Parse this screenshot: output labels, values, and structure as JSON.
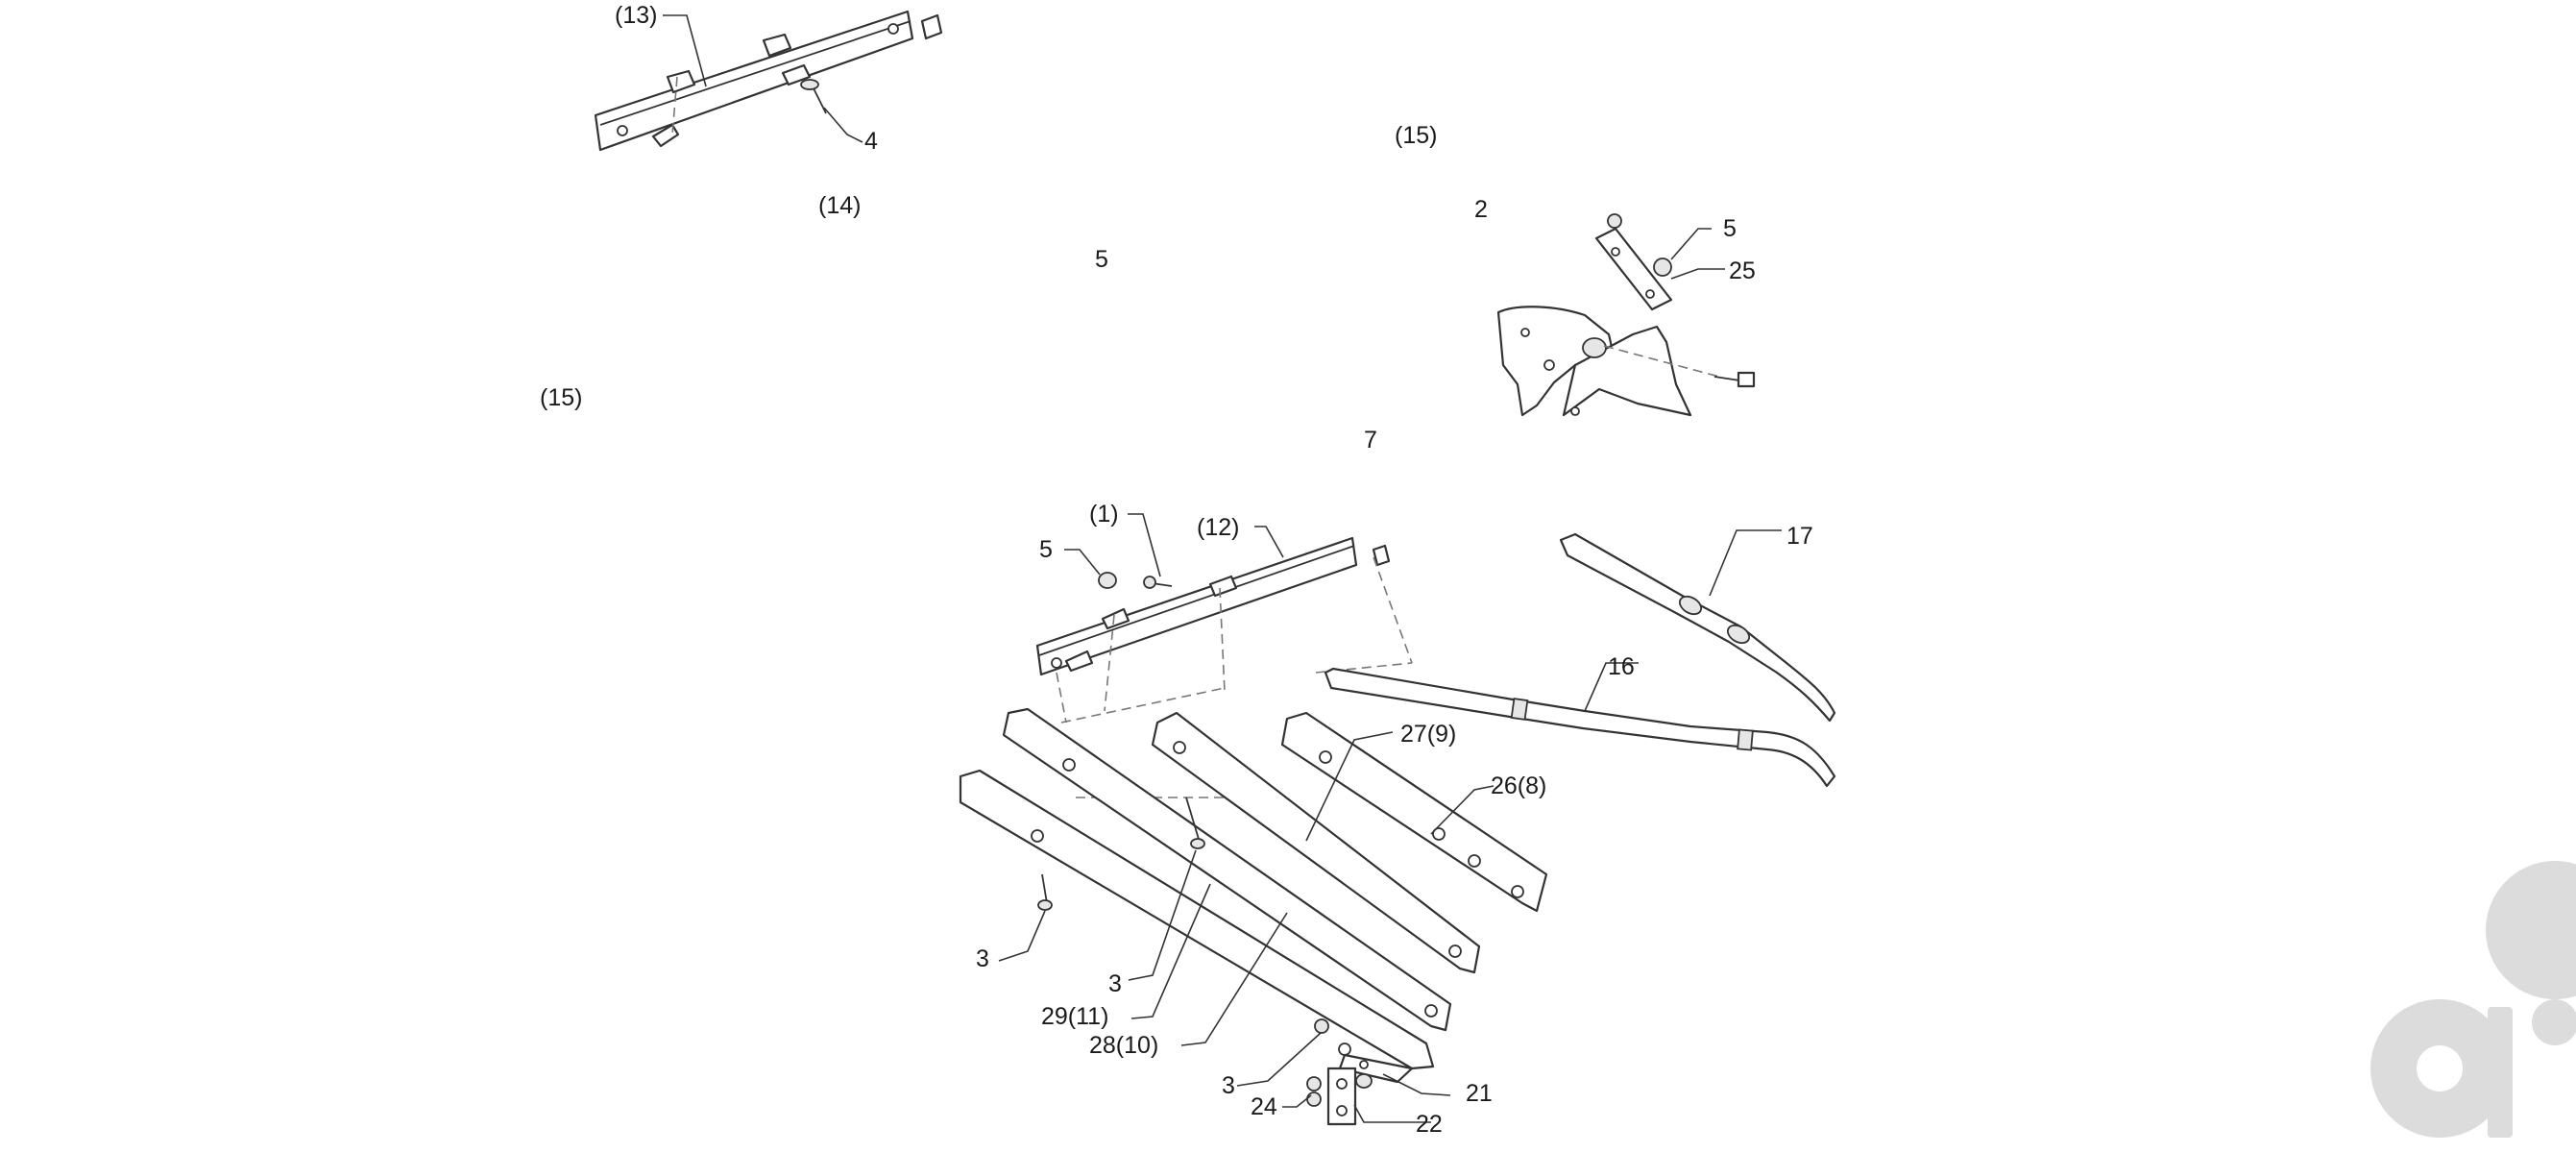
{
  "labels": {
    "top_bar_ref": "(13)",
    "top_bolt": "4",
    "ref_15_top": "(15)",
    "ref_14": "(14)",
    "two": "2",
    "five_mid": "5",
    "five_bracket": "5",
    "twentyfive": "25",
    "ref_15_left": "(15)",
    "seven": "7",
    "ref_1": "(1)",
    "ref_12": "(12)",
    "five_main": "5",
    "seventeen": "17",
    "sixteen": "16",
    "arm_27_9": "27(9)",
    "arm_26_8": "26(8)",
    "three_a": "3",
    "three_b": "3",
    "arm_29_11": "29(11)",
    "arm_28_10": "28(10)",
    "three_c": "3",
    "twentyone": "21",
    "twentyfour": "24",
    "twentytwo": "22"
  },
  "colors": {
    "line": "#333333",
    "text": "#1a1a1a",
    "logo": "#dcdcdc",
    "background": "#ffffff"
  },
  "icons": {
    "watermark": "ao-logo"
  }
}
